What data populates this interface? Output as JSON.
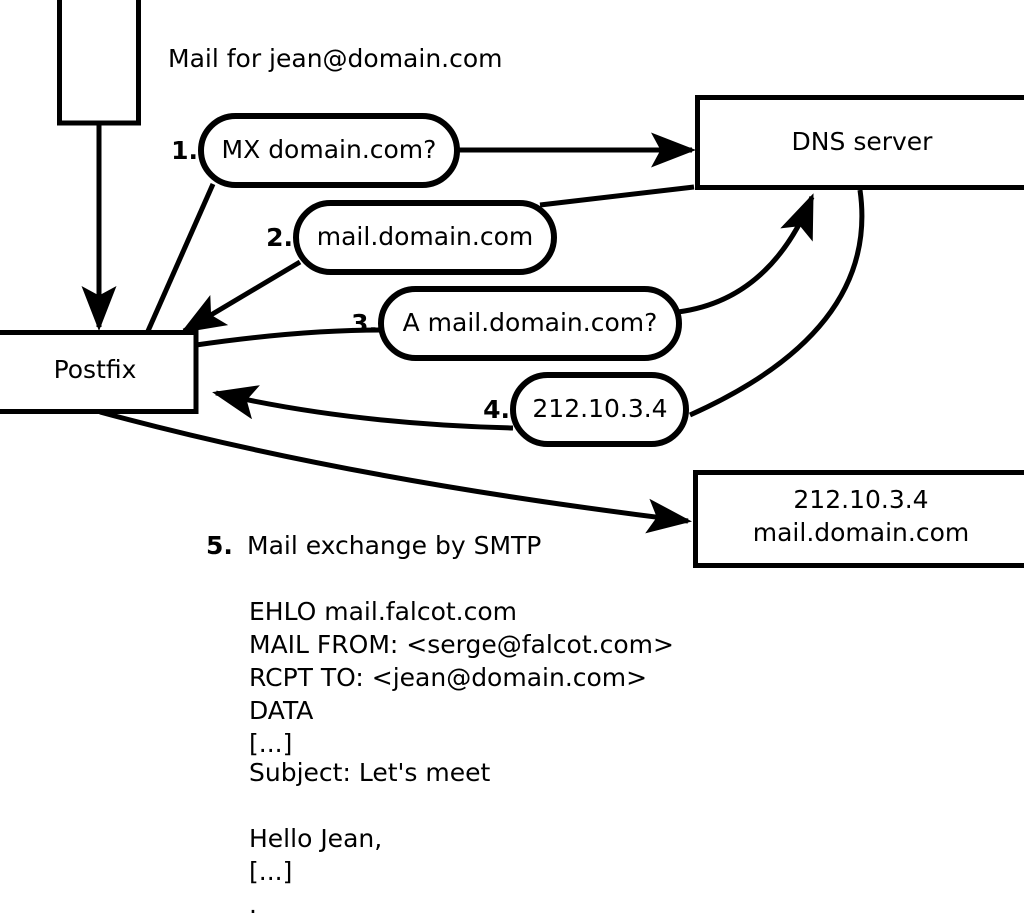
{
  "diagram": {
    "title": "Mail for jean@domain.com",
    "nodes": {
      "client": {
        "label": ""
      },
      "postfix": {
        "label": "Postfix"
      },
      "dns": {
        "label": "DNS server"
      },
      "mailserver": {
        "line1": "212.10.3.4",
        "line2": "mail.domain.com"
      }
    },
    "steps": [
      {
        "num": "1.",
        "label": "MX domain.com?"
      },
      {
        "num": "2.",
        "label": "mail.domain.com"
      },
      {
        "num": "3.",
        "label": "A mail.domain.com?"
      },
      {
        "num": "4.",
        "label": "212.10.3.4"
      }
    ],
    "caption": {
      "num": "5.",
      "text": "Mail exchange by SMTP"
    },
    "transcript": [
      "EHLO mail.falcot.com",
      "MAIL FROM: <serge@falcot.com>",
      "RCPT TO: <jean@domain.com>",
      "DATA",
      "[...]",
      "Subject: Let's meet",
      "",
      "Hello Jean,",
      "[...]",
      "."
    ],
    "colors": {
      "stroke": "#000000",
      "fill": "#ffffff",
      "text": "#000000"
    }
  }
}
